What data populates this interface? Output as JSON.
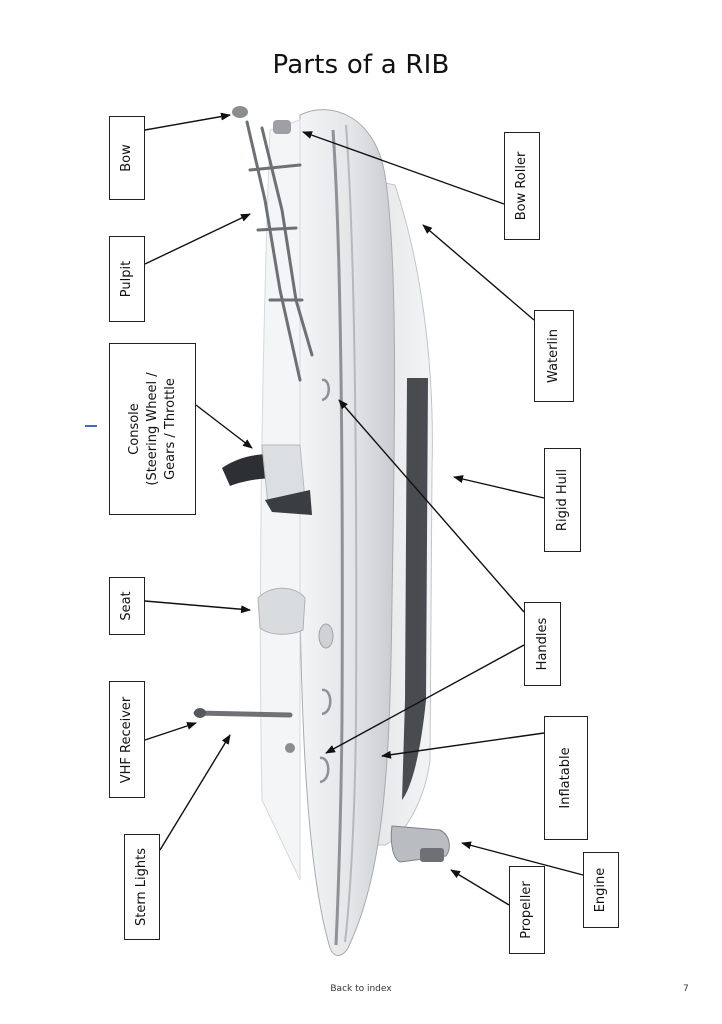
{
  "title": "Parts of a RIB",
  "labels": {
    "bow": "Bow",
    "pulpit": "Pulpit",
    "console_line1": "Console",
    "console_line2": "(Steering Wheel /",
    "console_line3": "Gears / Throttle",
    "seat": "Seat",
    "vhf_receiver": "VHF Receiver",
    "stern_lights": "Stern Lights",
    "bow_roller": "Bow Roller",
    "waterline": "Waterlin",
    "rigid_hull": "Rigid Hull",
    "handles": "Handles",
    "inflatable": "Inflatable",
    "engine": "Engine",
    "propeller": "Propeller"
  },
  "footer": {
    "link": "Back to index",
    "page_number": "7"
  },
  "colors": {
    "hull": "#e9ebec",
    "tube_stripe": "#8e9296",
    "rail": "#6d7075",
    "arrow": "#111111",
    "side_mark": "#3b6fc4"
  }
}
